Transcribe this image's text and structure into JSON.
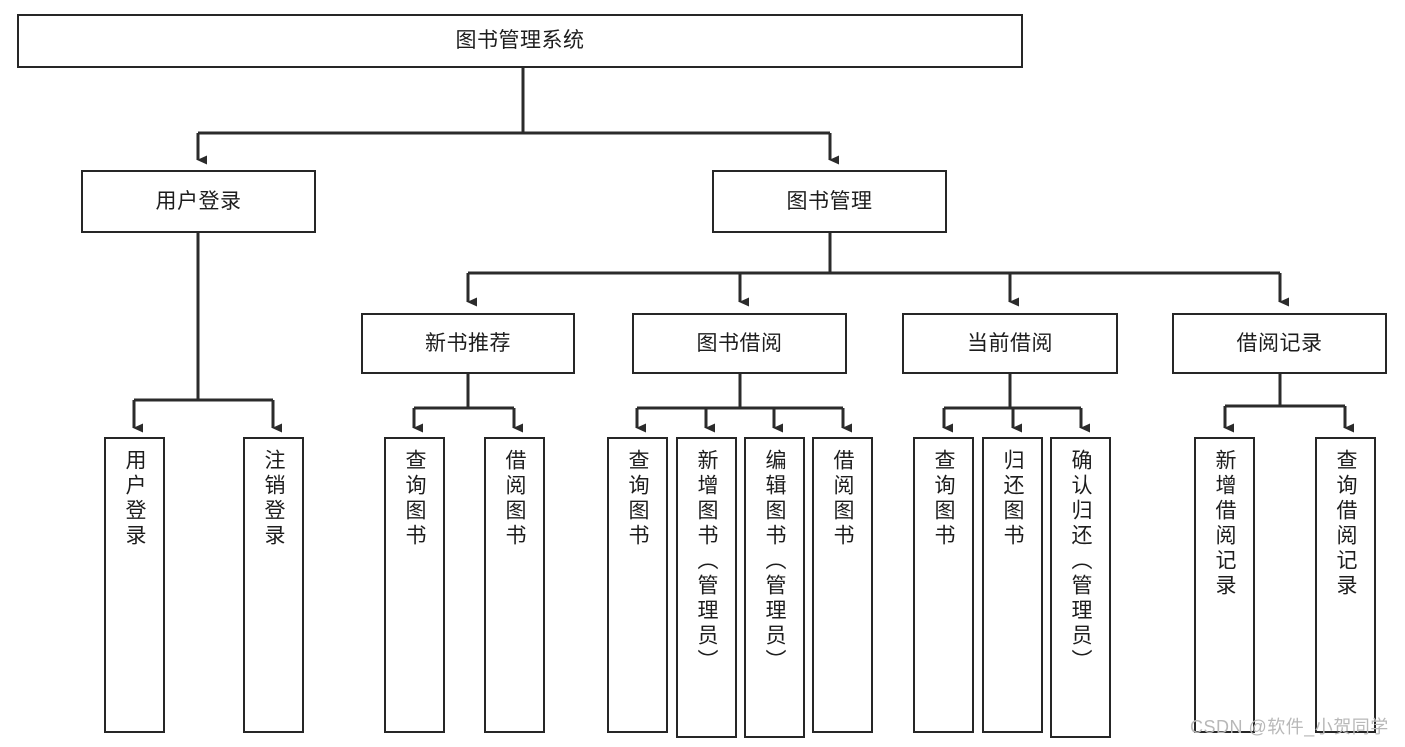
{
  "diagram": {
    "title": "图书管理系统",
    "type": "tree-hierarchy-diagram",
    "colors": {
      "border": "#262626",
      "background": "#ffffff",
      "text": "#1d1d1d",
      "watermark": "#b8b8b8"
    },
    "root": {
      "label": "图书管理系统"
    },
    "level2": [
      {
        "label": "用户登录"
      },
      {
        "label": "图书管理"
      }
    ],
    "level3": [
      {
        "label": "新书推荐"
      },
      {
        "label": "图书借阅"
      },
      {
        "label": "当前借阅"
      },
      {
        "label": "借阅记录"
      }
    ],
    "leaves": {
      "user_login": [
        {
          "label": "用户登录"
        },
        {
          "label": "注销登录"
        }
      ],
      "new_book_recommend": [
        {
          "label": "查询图书"
        },
        {
          "label": "借阅图书"
        }
      ],
      "book_borrow": [
        {
          "label": "查询图书"
        },
        {
          "label": "新增图书（管理员）"
        },
        {
          "label": "编辑图书（管理员）"
        },
        {
          "label": "借阅图书"
        }
      ],
      "current_borrow": [
        {
          "label": "查询图书"
        },
        {
          "label": "归还图书"
        },
        {
          "label": "确认归还（管理员）"
        }
      ],
      "borrow_record": [
        {
          "label": "新增借阅记录"
        },
        {
          "label": "查询借阅记录"
        }
      ]
    }
  },
  "watermark": {
    "text": "CSDN @软件_小贺同学"
  }
}
